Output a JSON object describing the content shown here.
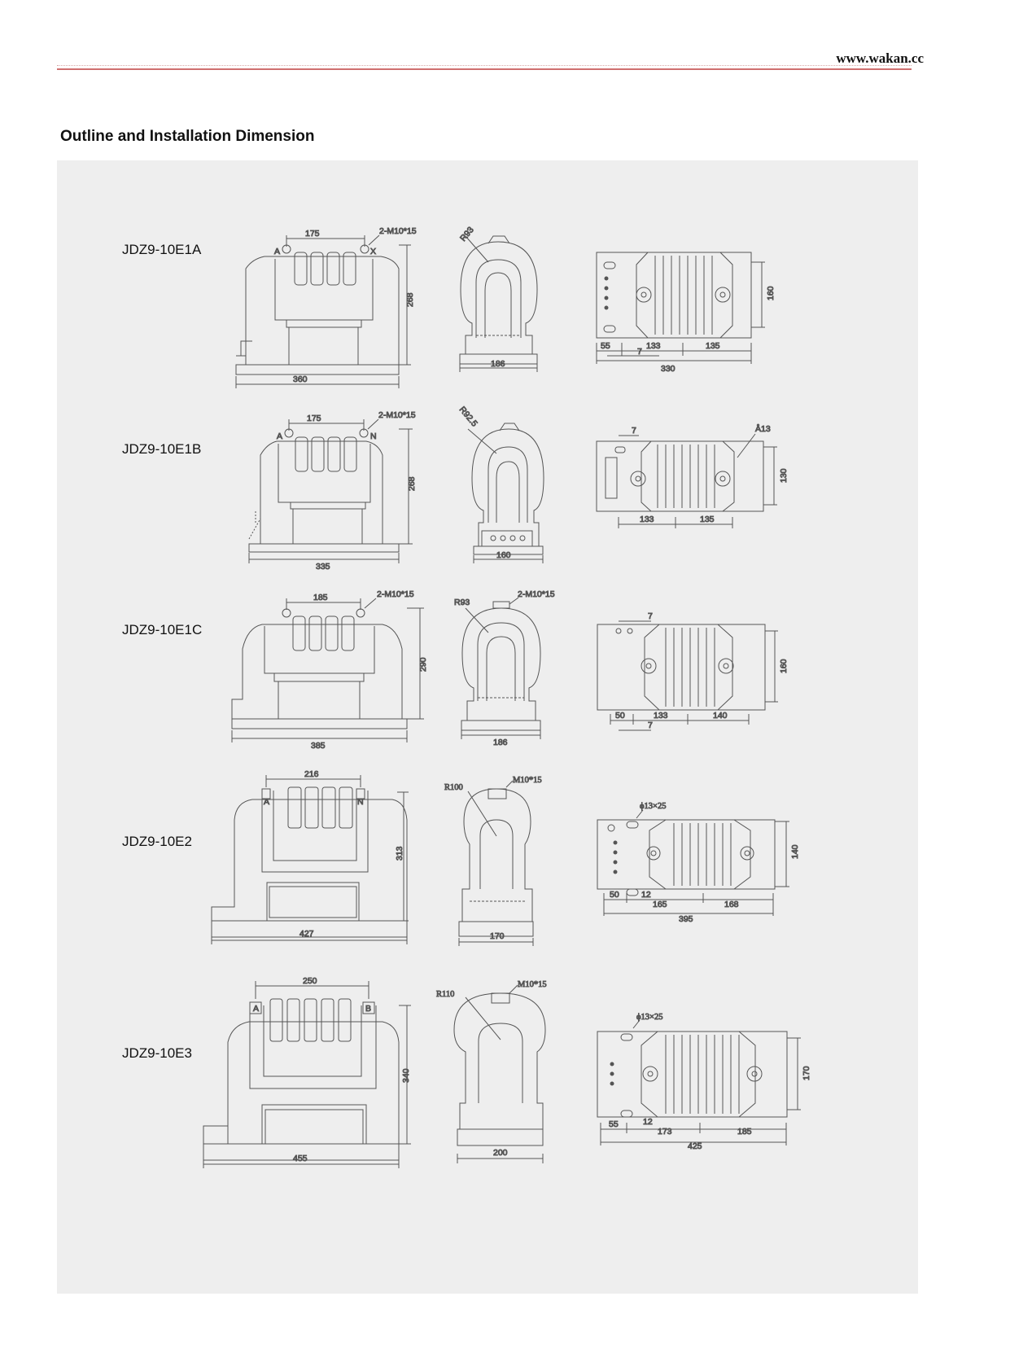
{
  "header": {
    "website": "www.wakan.cc"
  },
  "section_title": "Outline and Installation Dimension",
  "models": [
    {
      "name": "JDZ9-10E1A",
      "front": {
        "width": "360",
        "center_spacing": "175",
        "height": "268",
        "bolt": "2-M10*15",
        "terminals": [
          "A",
          "X"
        ]
      },
      "side": {
        "width": "186",
        "radius": "R93"
      },
      "plan": {
        "d1": "55",
        "d2": "133",
        "d3": "135",
        "offset": "7",
        "length": "330",
        "depth": "160"
      }
    },
    {
      "name": "JDZ9-10E1B",
      "front": {
        "width": "335",
        "center_spacing": "175",
        "height": "268",
        "bolt": "2-M10*15",
        "terminals": [
          "A",
          "N"
        ]
      },
      "side": {
        "width": "160",
        "radius": "R92.5"
      },
      "plan": {
        "offset": "7",
        "d2": "133",
        "d3": "135",
        "depth": "130",
        "hole": "Å13"
      }
    },
    {
      "name": "JDZ9-10E1C",
      "front": {
        "width": "385",
        "center_spacing": "185",
        "height": "290",
        "bolt": "2-M10*15"
      },
      "side": {
        "width": "186",
        "radius": "R93",
        "bolt": "2-M10*15"
      },
      "plan": {
        "offset": "7",
        "d1": "50",
        "d2": "133",
        "d3": "140",
        "offset2": "7",
        "depth": "160"
      }
    },
    {
      "name": "JDZ9-10E2",
      "front": {
        "width": "427",
        "center_spacing": "216",
        "height": "313",
        "terminals": [
          "A",
          "N"
        ]
      },
      "side": {
        "width": "170",
        "radius": "R100",
        "bolt": "M10*15"
      },
      "plan": {
        "hole": "ϕ13×25",
        "d1": "50",
        "offset": "12",
        "d2": "165",
        "d3": "168",
        "length": "395",
        "depth": "140"
      }
    },
    {
      "name": "JDZ9-10E3",
      "front": {
        "width": "455",
        "center_spacing": "250",
        "height": "340",
        "terminals": [
          "A",
          "B"
        ]
      },
      "side": {
        "width": "200",
        "radius": "R110",
        "bolt": "M10*15"
      },
      "plan": {
        "hole": "ϕ13×25",
        "d1": "55",
        "offset": "12",
        "d2": "173",
        "d3": "185",
        "length": "425",
        "depth": "170"
      }
    }
  ]
}
